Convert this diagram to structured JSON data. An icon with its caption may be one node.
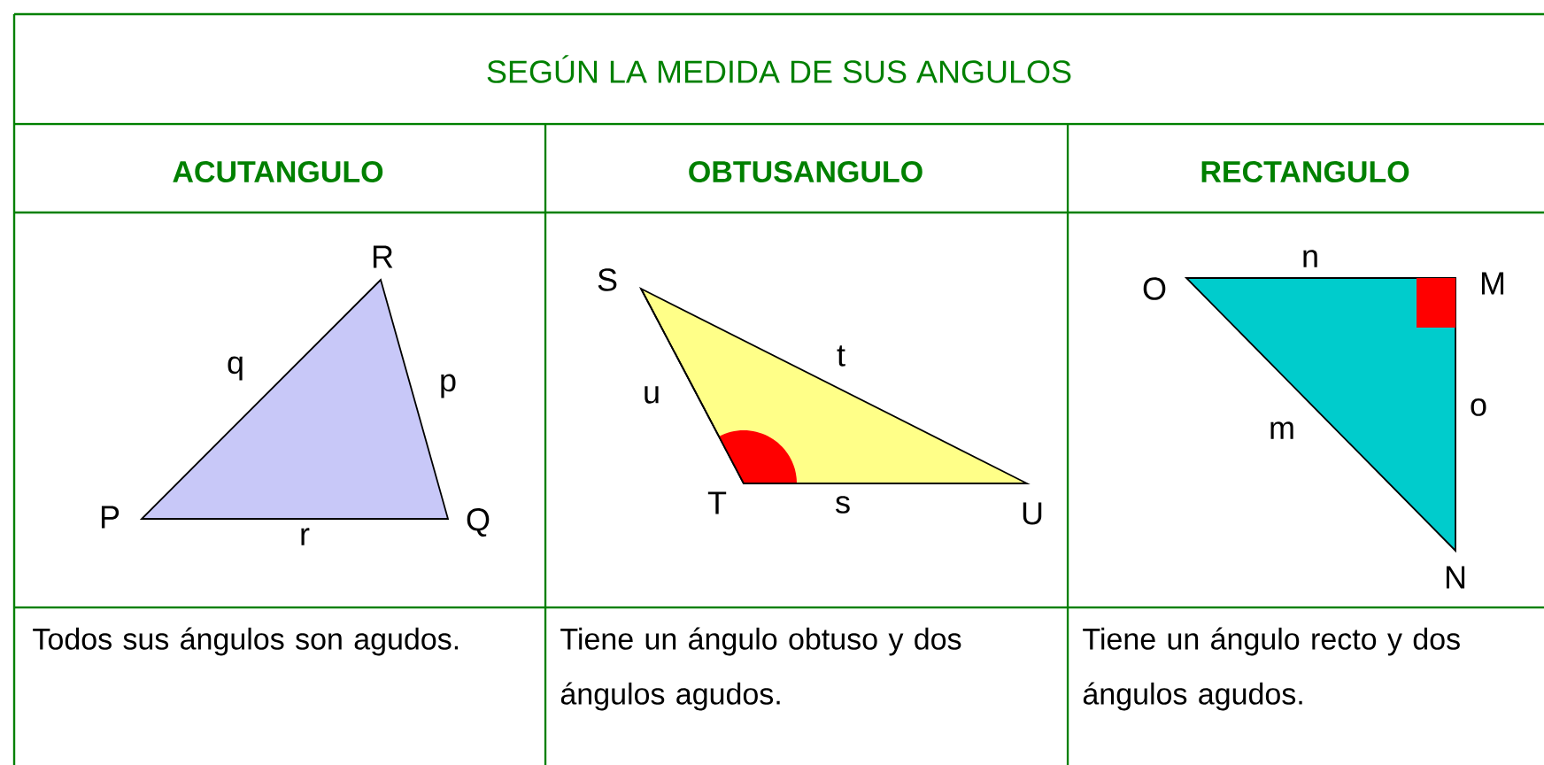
{
  "diagram": {
    "title": "SEGÚN LA MEDIDA DE SUS ANGULOS",
    "labels": [
      "ACUTANGULO",
      "OBTUSANGULO",
      "RECTANGULO",
      "R",
      "q",
      "p",
      "P",
      "r",
      "Q",
      "S",
      "t",
      "u",
      "T",
      "s",
      "U",
      "n",
      "O",
      "M",
      "m",
      "o",
      "N",
      "Todos sus ángulos son agudos.",
      "Tiene un ángulo obtuso y dos ángulos agudos.",
      "Tiene un ángulo recto y dos ángulos agudos."
    ]
  }
}
